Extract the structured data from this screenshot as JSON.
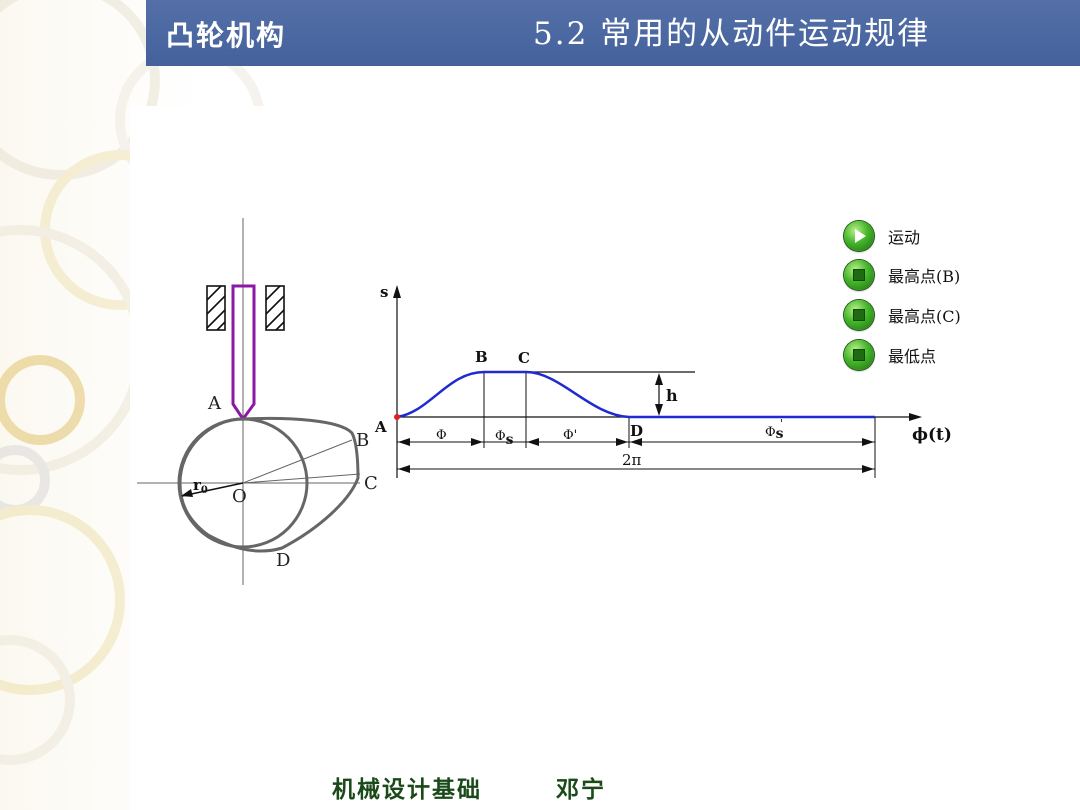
{
  "header": {
    "left_title": "凸轮机构",
    "right_title": "5.2 常用的从动件运动规律"
  },
  "cam": {
    "labels": {
      "A": "A",
      "B": "B",
      "C": "C",
      "D": "D",
      "O": "O",
      "r0": "r",
      "r0_sub": "0"
    }
  },
  "graph": {
    "axis_y": "s",
    "axis_x": "ϕ(t)",
    "points": {
      "A": "A",
      "B": "B",
      "C": "C",
      "D": "D"
    },
    "h": "h",
    "phi": "Φ",
    "phi_s": "Φ",
    "phi_s_sub": "s",
    "phi_prime": "Φ'",
    "phi_s_prime": "Φ",
    "phi_s_prime_sub": "s",
    "phi_s_prime_mark": "'",
    "two_pi": "2π",
    "curve_color": "#1f2ad0"
  },
  "controls": [
    {
      "label": "运动",
      "icon": "play-icon"
    },
    {
      "label": "最高点(B)",
      "icon": "stop-icon"
    },
    {
      "label": "最高点(C)",
      "icon": "stop-icon"
    },
    {
      "label": "最低点",
      "icon": "stop-icon"
    }
  ],
  "footer": {
    "course": "机械设计基础",
    "author": "邓宁"
  }
}
